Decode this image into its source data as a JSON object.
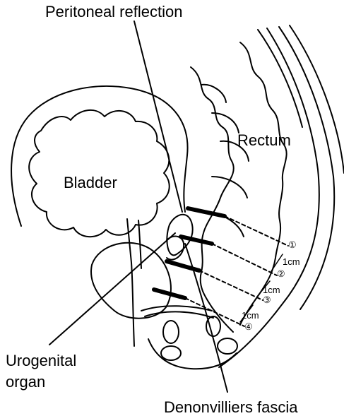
{
  "labels": {
    "peritoneal_reflection": "Peritoneal reflection",
    "rectum": "Rectum",
    "bladder": "Bladder",
    "urogenital_line1": "Urogenital",
    "urogenital_line2": "organ",
    "denonvilliers": "Denonvilliers fascia"
  },
  "levels": [
    {
      "marker": "①"
    },
    {
      "marker": "②"
    },
    {
      "marker": "③"
    },
    {
      "marker": "④"
    }
  ],
  "spacings": [
    "1cm",
    "1cm",
    "1cm"
  ],
  "colors": {
    "ink": "#000000",
    "paper": "#ffffff"
  }
}
